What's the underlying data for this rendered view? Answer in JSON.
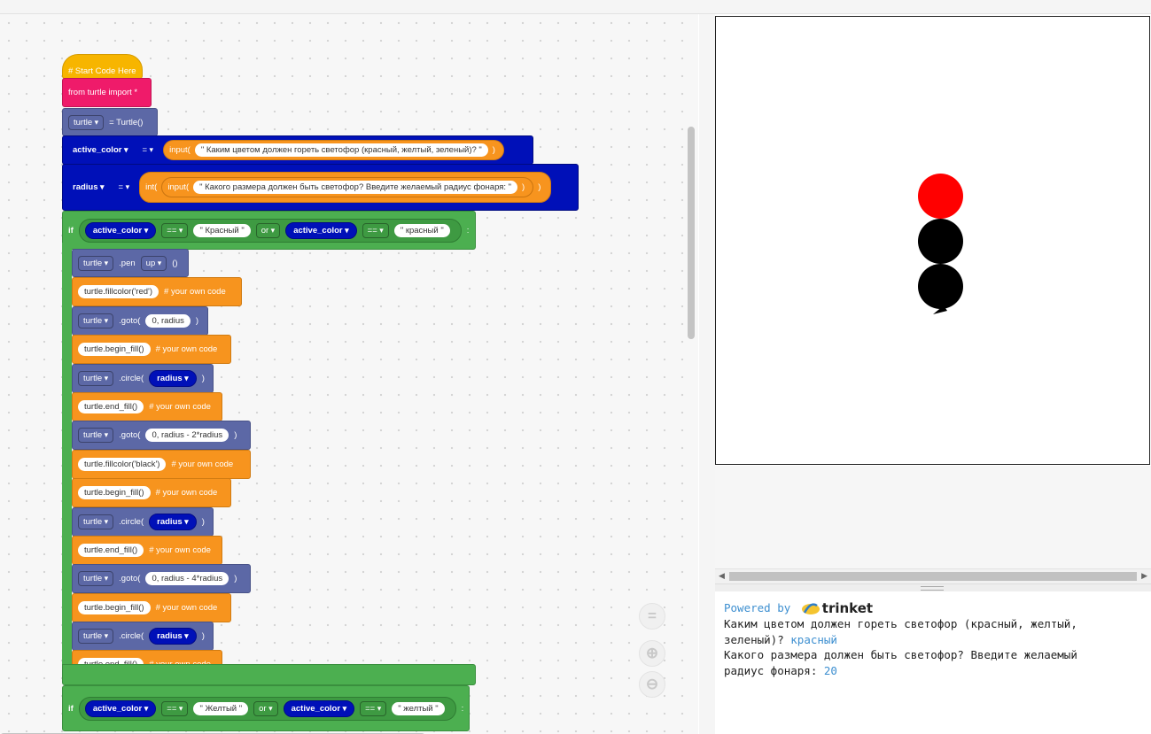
{
  "workspace": {
    "blocks": {
      "start": "# Start Code Here",
      "import": "from turtle import *",
      "assign_turtle": {
        "var": "turtle",
        "rhs": "= Turtle()"
      },
      "assign_color": {
        "var": "active_color",
        "eq": "=",
        "fn": "input(",
        "prompt": "\" Каким цветом должен гореть светофор (красный, желтый, зеленый)? \"",
        "close": ")"
      },
      "assign_radius": {
        "var": "radius",
        "eq": "=",
        "fn_int": "int(",
        "fn": "input(",
        "prompt": "\" Какого размера должен быть светофор? Введите желаемый радиус фонаря: \"",
        "close1": ")",
        "close2": ")"
      },
      "if1": {
        "kw": "if",
        "var1": "active_color",
        "op1": "==",
        "val1": "\" Красный \"",
        "logic": "or",
        "var2": "active_color",
        "op2": "==",
        "val2": "\" красный \"",
        "colon": ":"
      },
      "pen": {
        "obj": "turtle",
        "method": ".pen",
        "arg": "up",
        "paren": "()"
      },
      "fill_red": {
        "code": "turtle.fillcolor('red')",
        "comment": "# your own code"
      },
      "goto1": {
        "obj": "turtle",
        "method": ".goto(",
        "arg": "0, radius",
        "close": ")"
      },
      "begin1": {
        "code": "turtle.begin_fill()",
        "comment": "# your own code"
      },
      "circle1": {
        "obj": "turtle",
        "method": ".circle(",
        "arg": "radius",
        "close": ")"
      },
      "end1": {
        "code": "turtle.end_fill()",
        "comment": "# your own code"
      },
      "goto2": {
        "obj": "turtle",
        "method": ".goto(",
        "arg": "0, radius - 2*radius",
        "close": ")"
      },
      "fill_black": {
        "code": "turtle.fillcolor('black')",
        "comment": "# your own code"
      },
      "begin2": {
        "code": "turtle.begin_fill()",
        "comment": "# your own code"
      },
      "circle2": {
        "obj": "turtle",
        "method": ".circle(",
        "arg": "radius",
        "close": ")"
      },
      "end2": {
        "code": "turtle.end_fill()",
        "comment": "# your own code"
      },
      "goto3": {
        "obj": "turtle",
        "method": ".goto(",
        "arg": "0, radius - 4*radius",
        "close": ")"
      },
      "begin3": {
        "code": "turtle.begin_fill()",
        "comment": "# your own code"
      },
      "circle3": {
        "obj": "turtle",
        "method": ".circle(",
        "arg": "radius",
        "close": ")"
      },
      "end3": {
        "code": "turtle.end_fill()",
        "comment": "# your own code"
      },
      "if2": {
        "kw": "if",
        "var1": "active_color",
        "op1": "==",
        "val1": "\" Желтый \"",
        "logic": "or",
        "var2": "active_color",
        "op2": "==",
        "val2": "\" желтый \"",
        "colon": ":"
      }
    },
    "controls": {
      "center_icon": "=",
      "zoom_in_icon": "⊕",
      "zoom_out_icon": "⊖"
    }
  },
  "output": {
    "lamp_colors": [
      "#ff0000",
      "#000000",
      "#000000"
    ]
  },
  "console": {
    "powered_by": "Powered by",
    "brand": "trinket",
    "lines": [
      {
        "text": "Каким цветом должен гореть светофор (красный, желтый,",
        "input": ""
      },
      {
        "text": "зеленый)? ",
        "input": "красный"
      },
      {
        "text": "Какого размера должен быть светофор? Введите желаемый",
        "input": ""
      },
      {
        "text": "радиус фонаря: ",
        "input": "20"
      }
    ]
  },
  "colors": {
    "red_lamp": "#ff0000",
    "console_input": "#3d8fd0",
    "link": "#3d8fd0"
  }
}
